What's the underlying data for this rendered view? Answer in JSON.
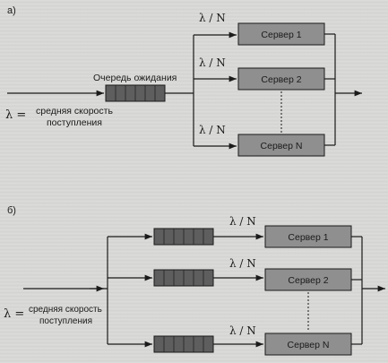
{
  "panels": {
    "a": {
      "label": "а)",
      "queue_label": "Очередь ожидания",
      "input": {
        "symbol": "λ =",
        "line1": "средняя скорость",
        "line2": "поступления"
      },
      "rate_labels": [
        "λ / N",
        "λ / N",
        "λ / N"
      ],
      "servers": [
        "Сервер 1",
        "Сервер 2",
        "Сервер N"
      ]
    },
    "b": {
      "label": "б)",
      "input": {
        "symbol": "λ =",
        "line1": "средняя скорость",
        "line2": "поступления"
      },
      "rate_labels": [
        "λ / N",
        "λ / N",
        "λ / N"
      ],
      "servers": [
        "Сервер 1",
        "Сервер 2",
        "Сервер N"
      ]
    }
  },
  "colors": {
    "background": "#d9d9d7",
    "server_fill": "#8f8f8f",
    "queue_fill": "#5e5e5e",
    "line": "#1a1a1a"
  }
}
